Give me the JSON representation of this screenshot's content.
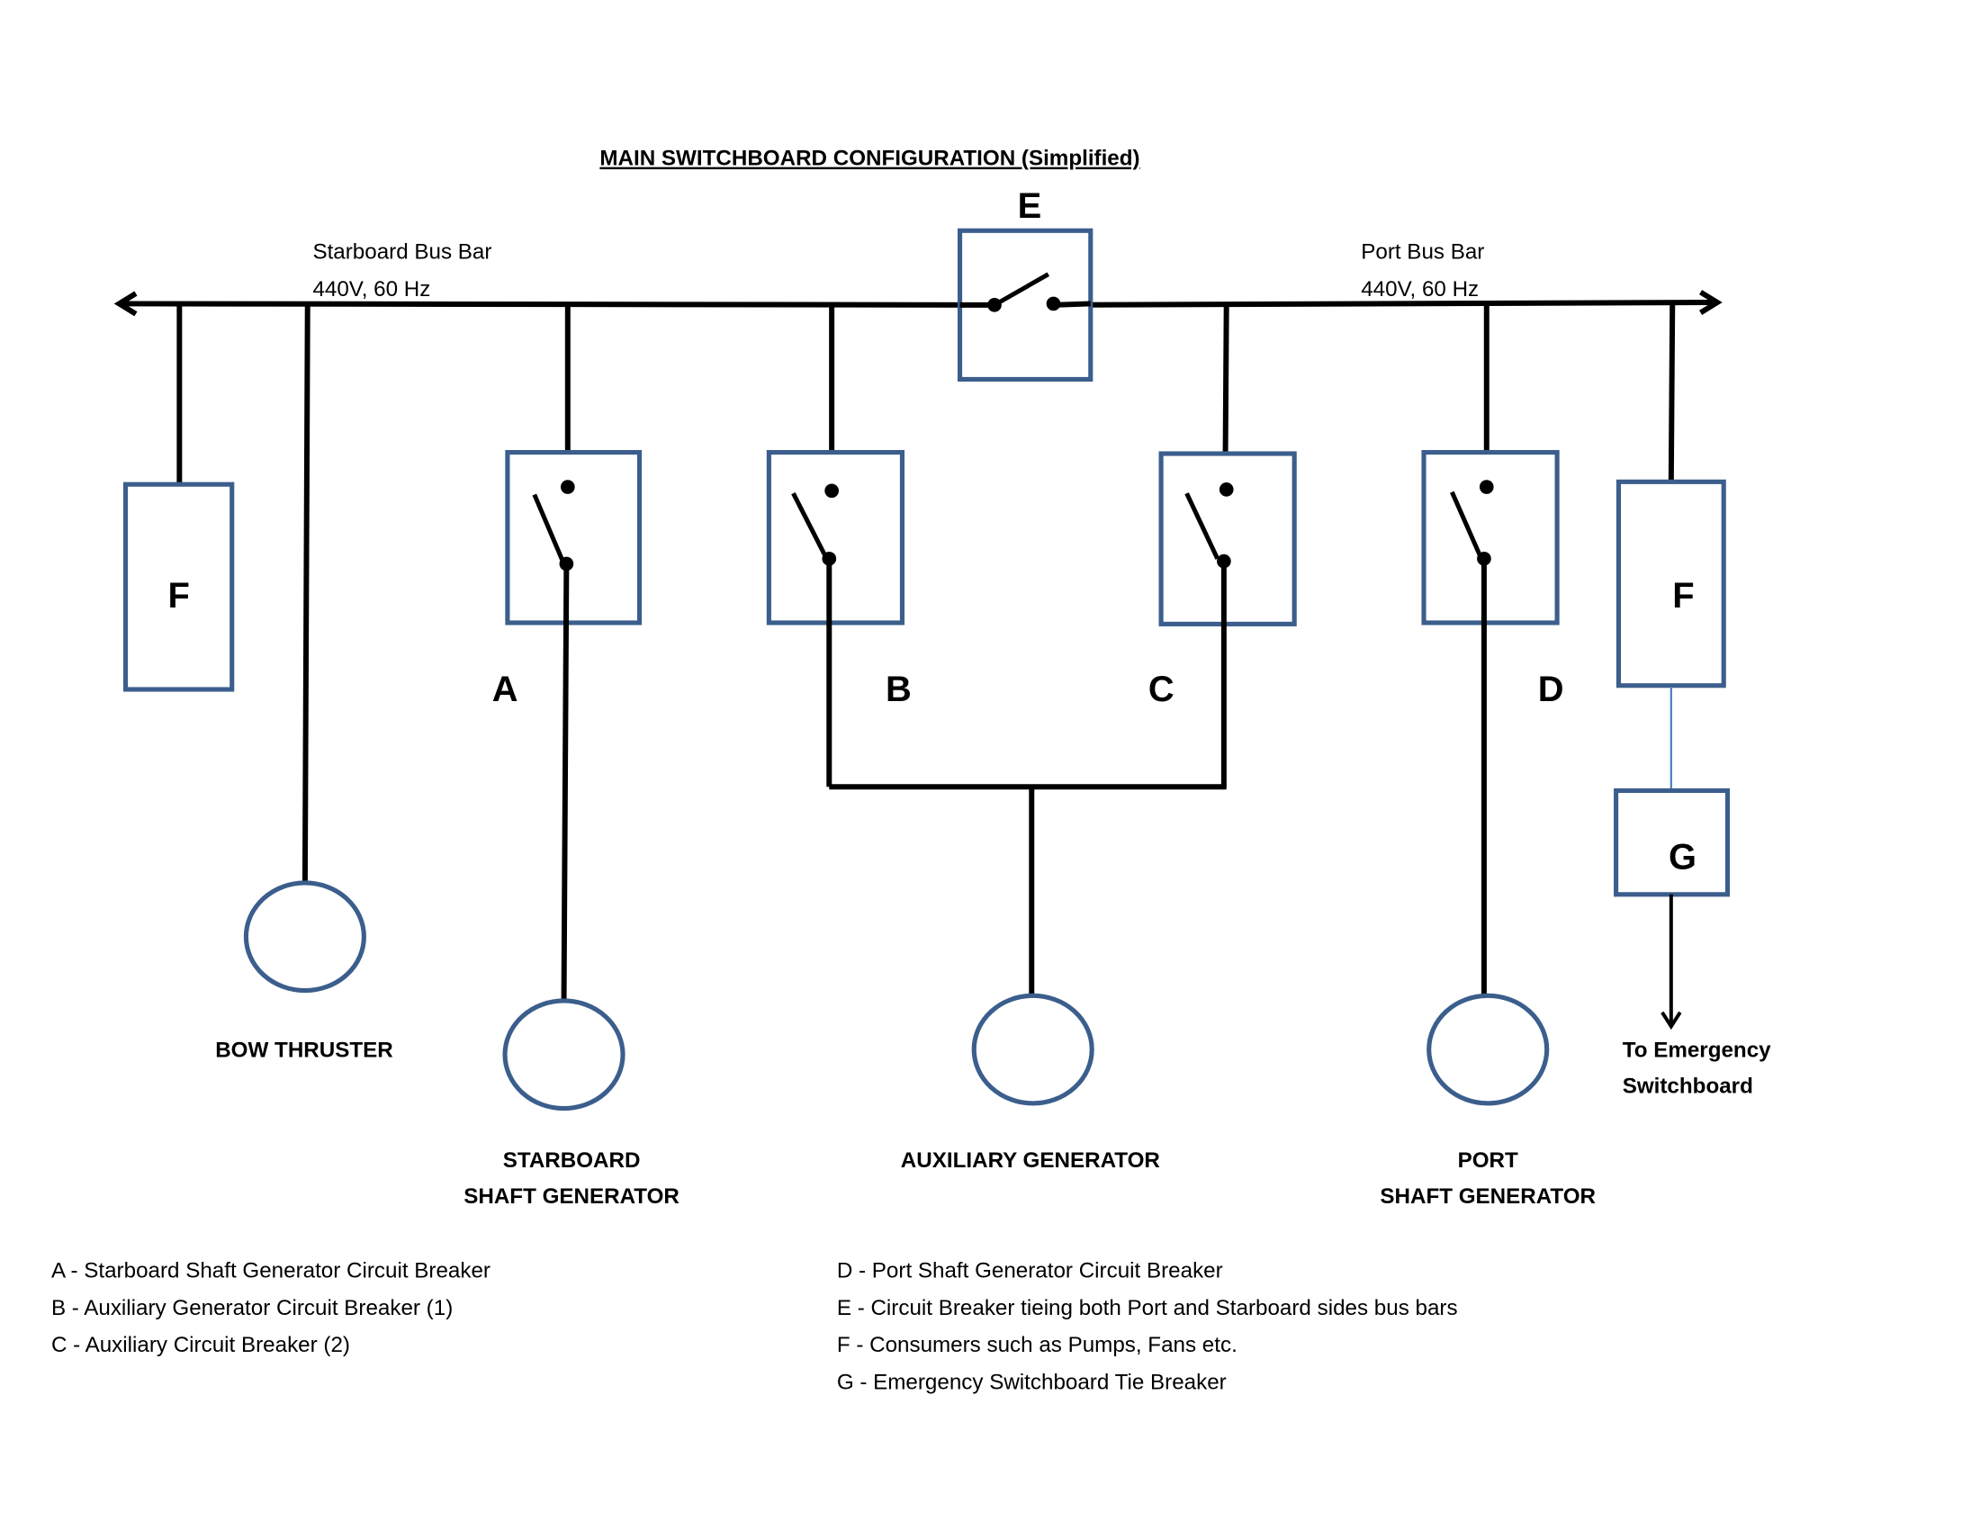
{
  "title": "MAIN SWITCHBOARD CONFIGURATION (Simplified)",
  "bus_bars": {
    "starboard": {
      "name": "Starboard Bus Bar",
      "rating": "440V, 60 Hz"
    },
    "port": {
      "name": "Port Bus Bar",
      "rating": "440V, 60 Hz"
    }
  },
  "breakers": {
    "A": "A",
    "B": "B",
    "C": "C",
    "D": "D",
    "E": "E",
    "F_left": "F",
    "F_right": "F",
    "G": "G"
  },
  "equipment": {
    "bow_thruster": "BOW THRUSTER",
    "starboard_gen_line1": "STARBOARD",
    "starboard_gen_line2": "SHAFT GENERATOR",
    "aux_gen": "AUXILIARY GENERATOR",
    "port_gen_line1": "PORT",
    "port_gen_line2": "SHAFT GENERATOR",
    "emergency_line1": "To Emergency",
    "emergency_line2": "Switchboard"
  },
  "legend": [
    "A - Starboard Shaft Generator Circuit Breaker",
    "B - Auxiliary Generator Circuit Breaker (1)",
    "C - Auxiliary Circuit Breaker (2)",
    "D - Port Shaft Generator Circuit Breaker",
    "E - Circuit Breaker tieing both Port and Starboard sides bus bars",
    "F - Consumers such as Pumps, Fans etc.",
    "G - Emergency Switchboard Tie Breaker"
  ],
  "colors": {
    "component_outline": "#3b5e8c",
    "wire": "#000000",
    "tie_link": "#4f81bd"
  }
}
